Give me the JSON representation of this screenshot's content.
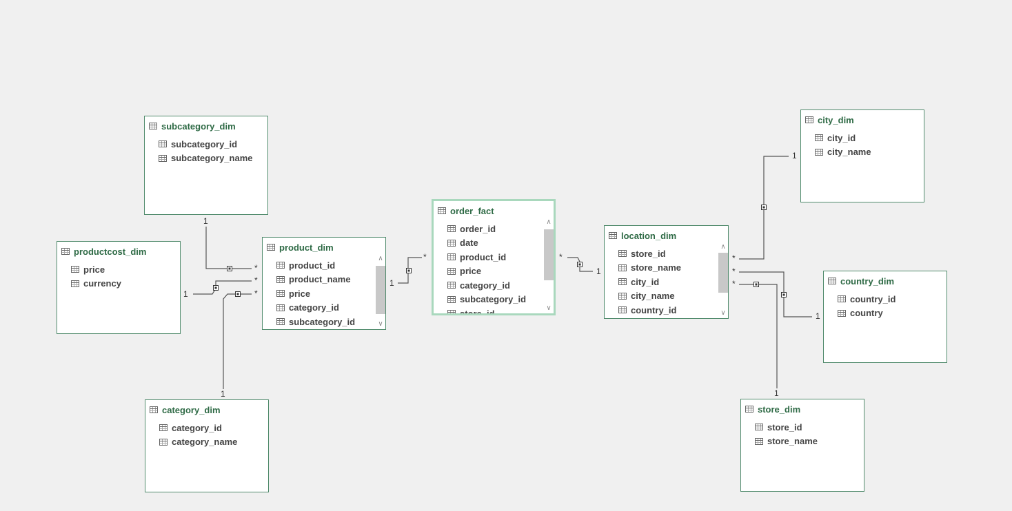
{
  "diagram": {
    "tables": [
      {
        "name": "subcategory_dim",
        "fields": [
          "subcategory_id",
          "subcategory_name"
        ]
      },
      {
        "name": "productcost_dim",
        "fields": [
          "price",
          "currency"
        ]
      },
      {
        "name": "product_dim",
        "fields": [
          "product_id",
          "product_name",
          "price",
          "category_id",
          "subcategory_id"
        ]
      },
      {
        "name": "order_fact",
        "fields": [
          "order_id",
          "date",
          "product_id",
          "price",
          "category_id",
          "subcategory_id",
          "store_id"
        ]
      },
      {
        "name": "location_dim",
        "fields": [
          "store_id",
          "store_name",
          "city_id",
          "city_name",
          "country_id"
        ]
      },
      {
        "name": "city_dim",
        "fields": [
          "city_id",
          "city_name"
        ]
      },
      {
        "name": "country_dim",
        "fields": [
          "country_id",
          "country"
        ]
      },
      {
        "name": "category_dim",
        "fields": [
          "category_id",
          "category_name"
        ]
      },
      {
        "name": "store_dim",
        "fields": [
          "store_id",
          "store_name"
        ]
      }
    ],
    "relationships": [
      {
        "from": "subcategory_dim",
        "to": "product_dim",
        "from_card": "1",
        "to_card": "*"
      },
      {
        "from": "productcost_dim",
        "to": "product_dim",
        "from_card": "1",
        "to_card": "*"
      },
      {
        "from": "category_dim",
        "to": "product_dim",
        "from_card": "1",
        "to_card": "*"
      },
      {
        "from": "product_dim",
        "to": "order_fact",
        "from_card": "1",
        "to_card": "*"
      },
      {
        "from": "location_dim",
        "to": "order_fact",
        "from_card": "1",
        "to_card": "*"
      },
      {
        "from": "city_dim",
        "to": "location_dim",
        "from_card": "1",
        "to_card": "*"
      },
      {
        "from": "country_dim",
        "to": "location_dim",
        "from_card": "1",
        "to_card": "*"
      },
      {
        "from": "store_dim",
        "to": "location_dim",
        "from_card": "1",
        "to_card": "*"
      }
    ],
    "selected_table": "order_fact",
    "colors": {
      "accent": "#2e6a45",
      "table_border": "#4f8a6b",
      "selected_border": "#a9d8bd",
      "background": "#f0f0f0"
    }
  }
}
